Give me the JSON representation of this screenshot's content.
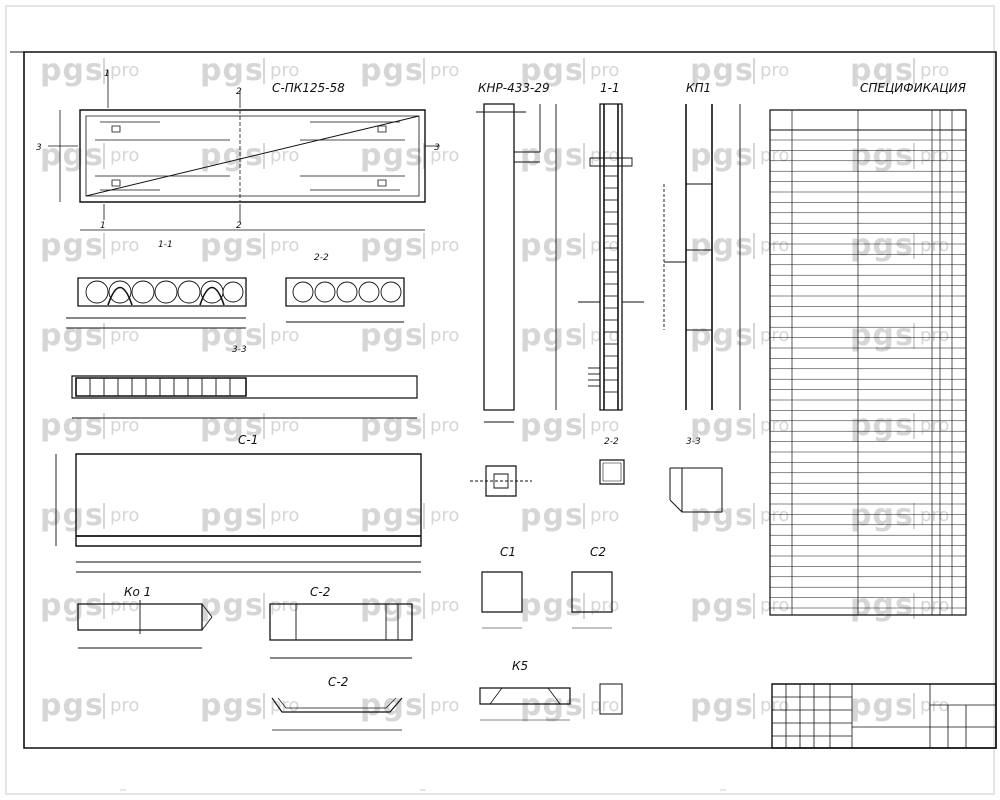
{
  "drawing": {
    "title_main": "С-ПК125-58",
    "title_column": "КНР-433-29",
    "title_section_11_a": "1-1",
    "title_kp": "КП1",
    "title_spec": "СПЕЦИФИКАЦИЯ",
    "section_11": "1-1",
    "section_22": "2-2",
    "section_33": "3-3",
    "c1_label": "С-1",
    "ko1_label": "Ко 1",
    "c2_label": "С-2",
    "c2b_label": "С-2",
    "col_22": "2-2",
    "col_33": "3-3",
    "s1_label": "С1",
    "s2_label": "С2",
    "k5_label": "К5",
    "mark_1": "1",
    "mark_2": "2",
    "mark_3": "3"
  },
  "watermark": {
    "brand": "pgs",
    "suffix": "pro"
  },
  "colors": {
    "line": "#111111",
    "watermark": "#d6d6d6",
    "paper": "#ffffff"
  }
}
